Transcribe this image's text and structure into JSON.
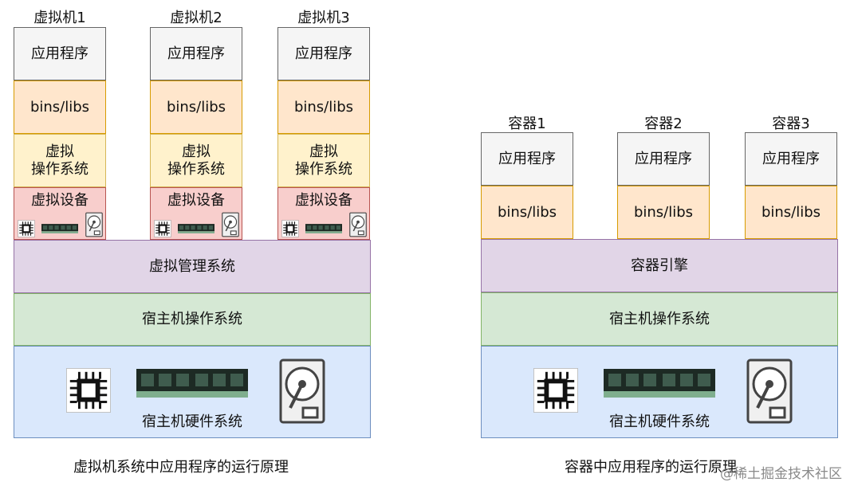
{
  "vm": {
    "titles": [
      "虚拟机1",
      "虚拟机2",
      "虚拟机3"
    ],
    "app": "应用程序",
    "libs": "bins/libs",
    "guest_os": "虚拟\n操作系统",
    "virtual_device": "虚拟设备",
    "hypervisor": "虚拟管理系统",
    "host_os": "宿主机操作系统",
    "hardware": "宿主机硬件系统",
    "caption": "虚拟机系统中应用程序的运行原理"
  },
  "container": {
    "titles": [
      "容器1",
      "容器2",
      "容器3"
    ],
    "app": "应用程序",
    "libs": "bins/libs",
    "engine": "容器引擎",
    "host_os": "宿主机操作系统",
    "hardware": "宿主机硬件系统",
    "caption": "容器中应用程序的运行原理"
  },
  "watermark": "@稀土掘金技术社区",
  "icons": {
    "cpu": "cpu-icon",
    "ram": "ram-icon",
    "disk": "hard-disk-icon"
  }
}
